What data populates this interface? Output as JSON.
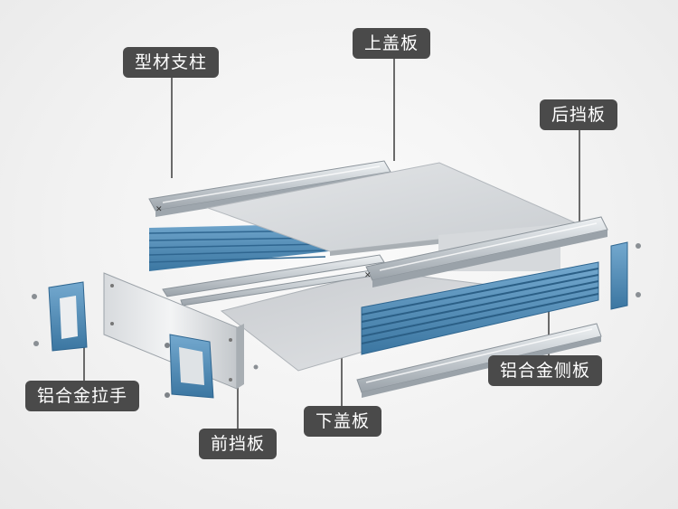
{
  "labels": {
    "profile_column": "型材支柱",
    "top_cover": "上盖板",
    "rear_panel": "后挡板",
    "aluminum_handle": "铝合金拉手",
    "front_panel": "前挡板",
    "bottom_cover": "下盖板",
    "aluminum_side_panel": "铝合金侧板"
  },
  "colors": {
    "label_bg": "#4a4a4a",
    "label_text": "#ffffff",
    "aluminum": "#c8cdd2",
    "heatsink_blue": "#4f8db8",
    "handle_blue": "#4a88b5",
    "leader_line": "#6a6a6a"
  }
}
